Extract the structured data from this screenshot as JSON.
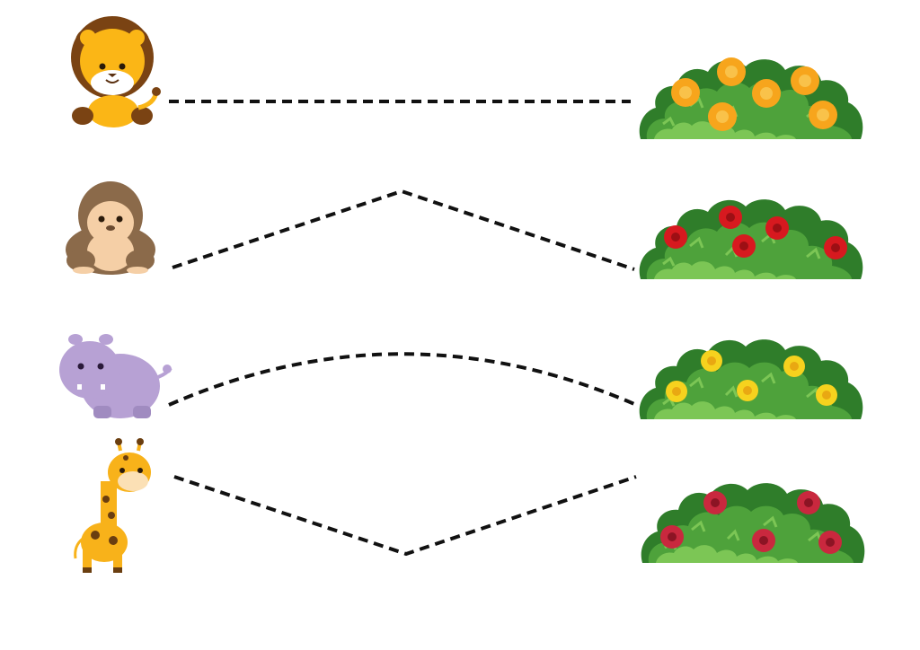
{
  "worksheet": {
    "rows": [
      {
        "animal": {
          "name": "lion",
          "icon": "lion-icon",
          "color": "#fbb616"
        },
        "path": {
          "style": "straight"
        },
        "bush": {
          "flower": "orange-daisy",
          "flower_color": "#f7a51c",
          "flower_center": "#f9c24a"
        }
      },
      {
        "animal": {
          "name": "gorilla",
          "icon": "gorilla-icon",
          "color": "#8b6a4a"
        },
        "path": {
          "style": "peak"
        },
        "bush": {
          "flower": "red-rose",
          "flower_color": "#d7191f",
          "flower_center": "#9d0f14"
        }
      },
      {
        "animal": {
          "name": "hippo",
          "icon": "hippo-icon",
          "color": "#b7a1d4"
        },
        "path": {
          "style": "arc"
        },
        "bush": {
          "flower": "yellow-blossom",
          "flower_color": "#f6d21e",
          "flower_center": "#e9a812"
        }
      },
      {
        "animal": {
          "name": "giraffe",
          "icon": "giraffe-icon",
          "color": "#f8b21a"
        },
        "path": {
          "style": "valley"
        },
        "bush": {
          "flower": "pink-hibiscus",
          "flower_color": "#c9283e",
          "flower_center": "#8c1424"
        }
      }
    ],
    "bush_colors": {
      "dark": "#2f7d2a",
      "mid": "#4ea23b",
      "light": "#7cc655"
    },
    "line_color": "#111111"
  }
}
